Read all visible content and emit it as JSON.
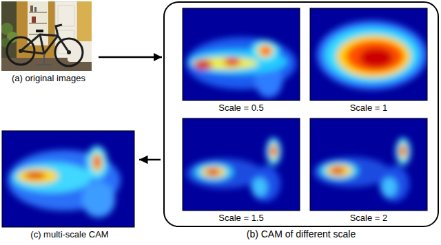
{
  "diagram": {
    "nodes": [
      {
        "text": [
          "(a) original images"
        ]
      },
      {
        "text": [
          "(b) CAM of different scale"
        ]
      },
      {
        "text": [
          "Scale = 0.5"
        ],
        "in": 1
      },
      {
        "text": [
          "Scale = 1"
        ],
        "in": 1
      },
      {
        "text": [
          "Scale = 1.5"
        ],
        "in": 1
      },
      {
        "text": [
          "Scale = 2"
        ],
        "in": 1
      },
      {
        "text": [
          "(c) multi-scale CAM"
        ]
      }
    ],
    "edges": [
      {
        "from": 0,
        "to": 1,
        "arrow": "to"
      },
      {
        "from": 1,
        "to": 6,
        "arrow": "to"
      }
    ]
  }
}
